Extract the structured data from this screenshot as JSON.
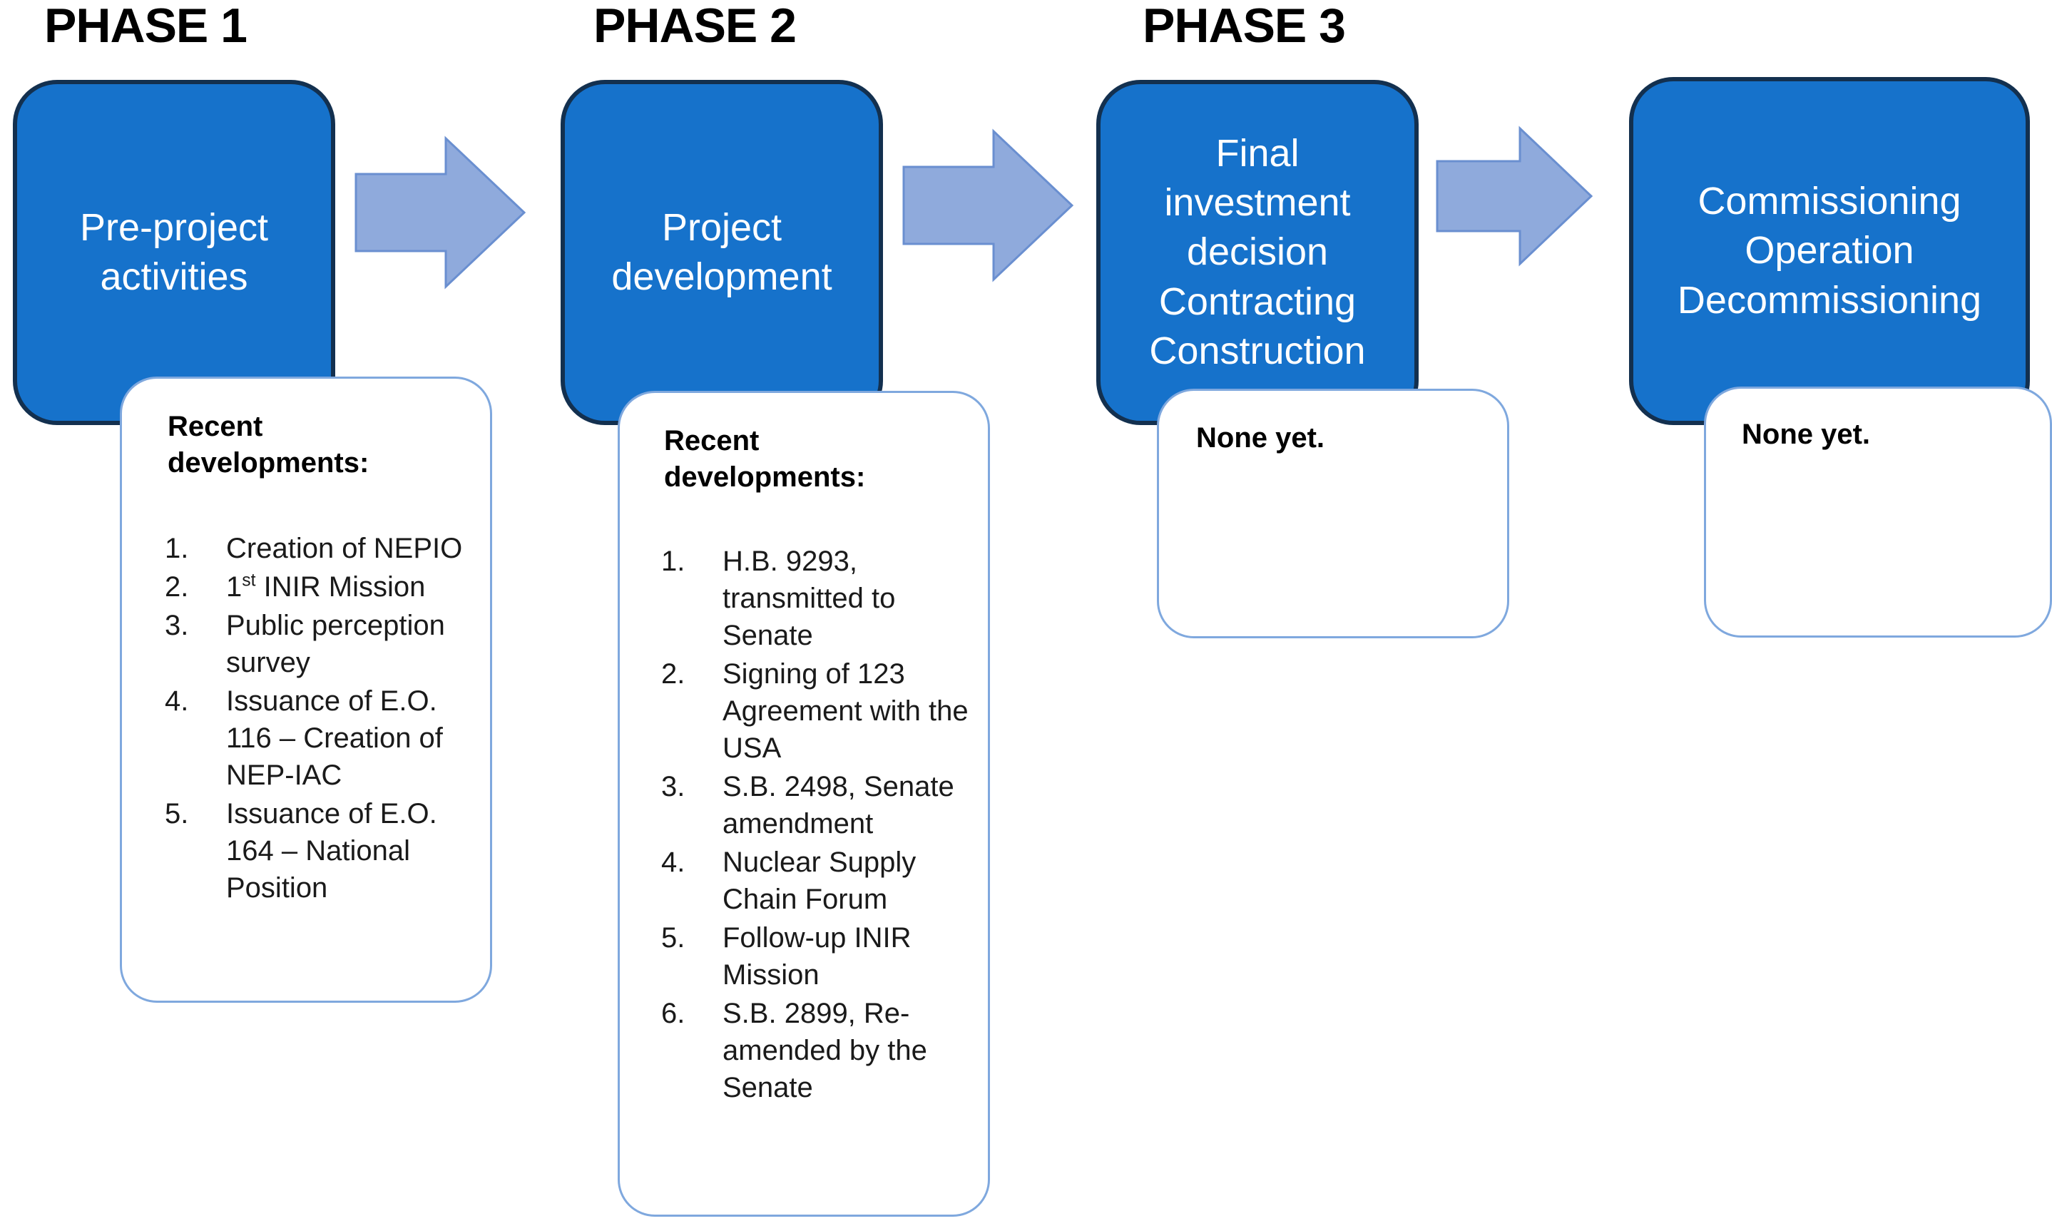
{
  "diagram": {
    "title": "Nuclear energy programme phase roadmap",
    "background_color": "#FFFFFF",
    "colors": {
      "phase_box_fill": "#1672CB",
      "phase_box_stroke": "#13304F",
      "phase_box_text": "#FFFFFF",
      "arrow_fill": "#8FAADC",
      "arrow_stroke": "#6A8FD0",
      "note_card_border": "#7FA8DE",
      "note_card_fill": "#FFFFFF",
      "heading_text": "#000000",
      "body_text": "#1A1A1A"
    },
    "phase_headings": [
      {
        "label": "PHASE 1"
      },
      {
        "label": "PHASE 2"
      },
      {
        "label": "PHASE 3"
      }
    ],
    "arrows": [
      {
        "name": "arrow-phase1-to-phase2",
        "direction": "right"
      },
      {
        "name": "arrow-phase2-to-phase3",
        "direction": "right"
      },
      {
        "name": "arrow-phase3-to-phase4",
        "direction": "right"
      }
    ],
    "phases": [
      {
        "id": "phase-1",
        "heading": "PHASE 1",
        "box_text": "Pre-project\nactivities",
        "note": {
          "title": "Recent\ndevelopments:",
          "items": [
            {
              "num": "1.",
              "html": "Creation of NEPIO",
              "text": "Creation of NEPIO"
            },
            {
              "num": "2.",
              "html": "1<sup>st</sup> INIR Mission",
              "text": "1st INIR Mission"
            },
            {
              "num": "3.",
              "html": "Public perception survey",
              "text": "Public perception survey"
            },
            {
              "num": "4.",
              "html": "Issuance of E.O. 116 – Creation of NEP-IAC",
              "text": "Issuance of E.O. 116 – Creation of NEP-IAC"
            },
            {
              "num": "5.",
              "html": "Issuance of E.O. 164 – National Position",
              "text": "Issuance of E.O. 164 – National Position"
            }
          ],
          "empty_label": null
        }
      },
      {
        "id": "phase-2",
        "heading": "PHASE 2",
        "box_text": "Project\ndevelopment",
        "note": {
          "title": "Recent\ndevelopments:",
          "items": [
            {
              "num": "1.",
              "html": "H.B. 9293, transmitted to Senate",
              "text": "H.B. 9293, transmitted to Senate"
            },
            {
              "num": "2.",
              "html": "Signing of 123 Agreement with the USA",
              "text": "Signing of 123 Agreement with the USA"
            },
            {
              "num": "3.",
              "html": "S.B. 2498, Senate amendment",
              "text": "S.B. 2498, Senate amendment"
            },
            {
              "num": "4.",
              "html": "Nuclear Supply Chain Forum",
              "text": "Nuclear Supply Chain Forum"
            },
            {
              "num": "5.",
              "html": "Follow-up INIR Mission",
              "text": "Follow-up INIR Mission"
            },
            {
              "num": "6.",
              "html": "S.B. 2899, Re-amended by the Senate",
              "text": "S.B. 2899, Re-amended by the Senate"
            }
          ],
          "empty_label": null
        }
      },
      {
        "id": "phase-3",
        "heading": "PHASE 3",
        "box_text": "Final\ninvestment\ndecision\nContracting\nConstruction",
        "note": {
          "title": null,
          "items": [],
          "empty_label": "None yet."
        }
      },
      {
        "id": "phase-4",
        "heading": null,
        "box_text": "Commissioning\nOperation\nDecommissioning",
        "note": {
          "title": null,
          "items": [],
          "empty_label": "None yet."
        }
      }
    ]
  }
}
